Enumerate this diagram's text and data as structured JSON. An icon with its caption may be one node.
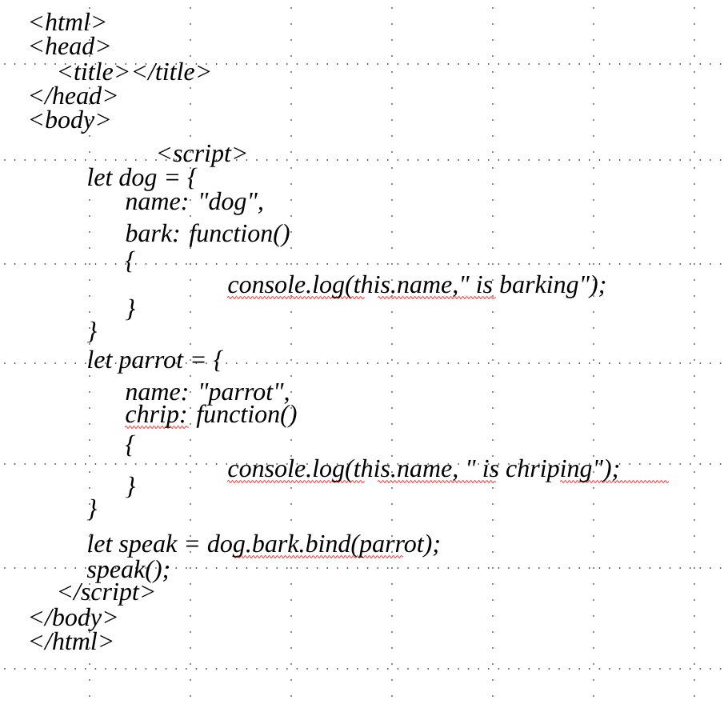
{
  "diagram": {
    "labels": [
      "<html>",
      "<head>",
      "<title></title>",
      "</head>",
      "<body>",
      "<script>",
      "let dog = {",
      "name: \"dog\",",
      "bark: function()",
      "{",
      "console.log(this.name,\" is barking\");",
      "}",
      "}",
      "let parrot = {",
      "name: \"parrot\",",
      "chrip: function()",
      "{",
      "console.log(this.name, \" is chriping\");",
      "}",
      "}",
      "let speak = dog.bark.bind(parrot);",
      "speak();",
      "</script>",
      "</body>",
      "</html>"
    ]
  }
}
